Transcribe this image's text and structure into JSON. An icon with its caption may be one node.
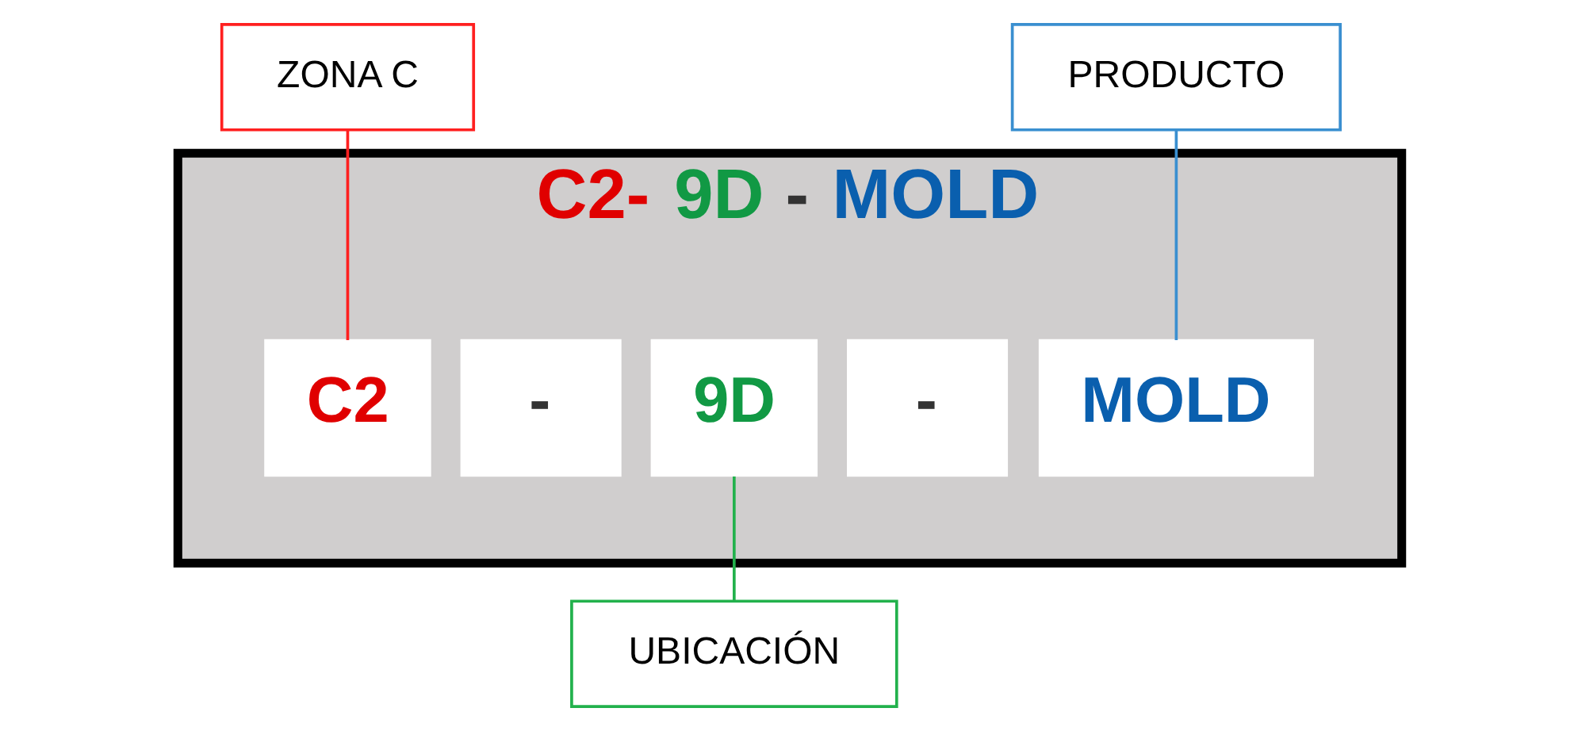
{
  "diagram": {
    "nodes": [
      {
        "text": [
          "C2- 9D - MOLD"
        ]
      },
      {
        "text": [
          "C2"
        ],
        "in": 0
      },
      {
        "text": [
          "-"
        ],
        "in": 0
      },
      {
        "text": [
          "9D"
        ],
        "in": 0
      },
      {
        "text": [
          "-"
        ],
        "in": 0
      },
      {
        "text": [
          "MOLD"
        ],
        "in": 0
      },
      {
        "text": [
          "ZONA C"
        ]
      },
      {
        "text": [
          "PRODUCTO"
        ]
      },
      {
        "text": [
          "UBICACIÓN"
        ]
      }
    ],
    "edges": [
      {
        "from": 6,
        "to": 1,
        "arrow": "none",
        "color": "#ff2020"
      },
      {
        "from": 7,
        "to": 5,
        "arrow": "none",
        "color": "#3a8fd0"
      },
      {
        "from": 8,
        "to": 3,
        "arrow": "none",
        "color": "#22b14c"
      }
    ]
  }
}
